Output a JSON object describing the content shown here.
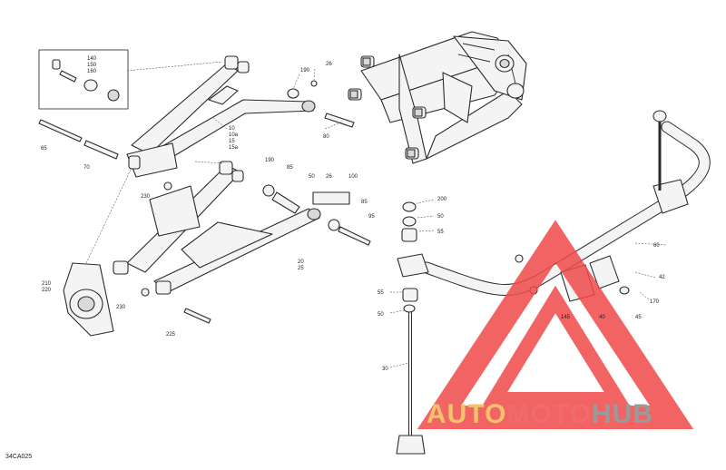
{
  "diagram_code": "34CA025",
  "watermark": {
    "brand_a": "AUTO",
    "brand_b": "MOTO",
    "brand_c": "HUB",
    "color_a": "#f2c36b",
    "color_b": "#f06b6b",
    "color_c": "#9a9a9a",
    "triangle_color": "#f04a4a"
  },
  "callouts": {
    "c140": "140",
    "c150": "150",
    "c160": "160",
    "c190a": "190",
    "c26a": "26",
    "c80a": "80",
    "c10": "10",
    "c10a": "10a",
    "c15": "15",
    "c15a": "15a",
    "c65": "65",
    "c70": "70",
    "c230a": "230",
    "c190b": "190",
    "c85a": "85",
    "c50a": "50",
    "c26b": "26",
    "c100": "100",
    "c85b": "85",
    "c95": "95",
    "c20": "20",
    "c25": "25",
    "c210": "210",
    "c220": "220",
    "c230b": "230",
    "c225": "225",
    "c200": "200",
    "c50b": "50",
    "c55a": "55",
    "c60": "60",
    "c42": "42",
    "c170": "170",
    "c55b": "55",
    "c50c": "50",
    "c145": "145",
    "c40": "40",
    "c45": "45",
    "c30": "30"
  }
}
